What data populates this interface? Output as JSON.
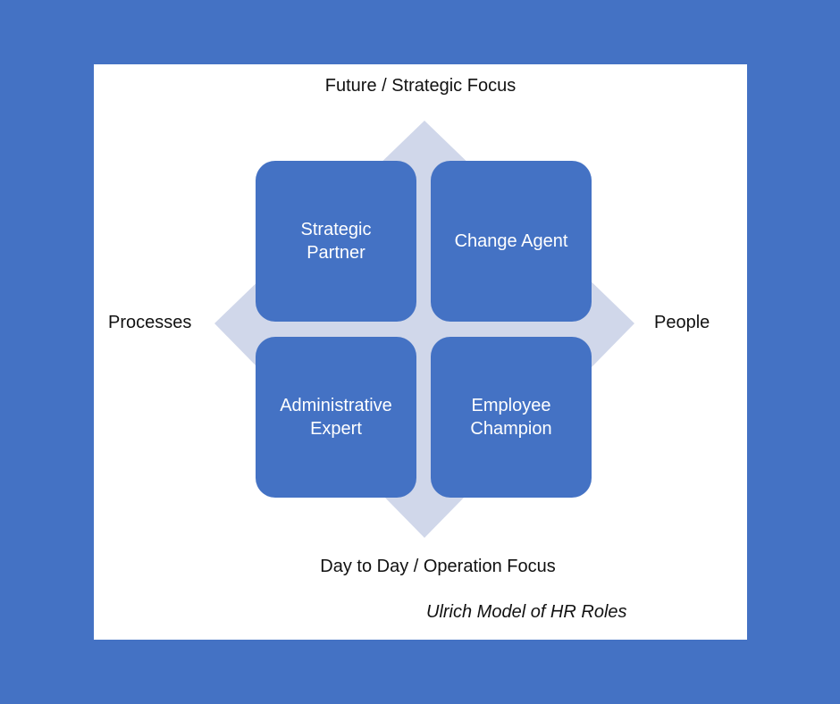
{
  "axes": {
    "top": "Future / Strategic Focus",
    "bottom": "Day to Day / Operation Focus",
    "left": "Processes",
    "right": "People"
  },
  "quadrants": [
    {
      "label": "Strategic\nPartner"
    },
    {
      "label": "Change Agent"
    },
    {
      "label": "Administrative\nExpert"
    },
    {
      "label": "Employee\nChampion"
    }
  ],
  "caption": "Ulrich Model of HR Roles",
  "colors": {
    "background": "#4472c4",
    "box_fill": "#4472c4",
    "diamond_fill": "#d0d7ea",
    "canvas": "#ffffff"
  }
}
